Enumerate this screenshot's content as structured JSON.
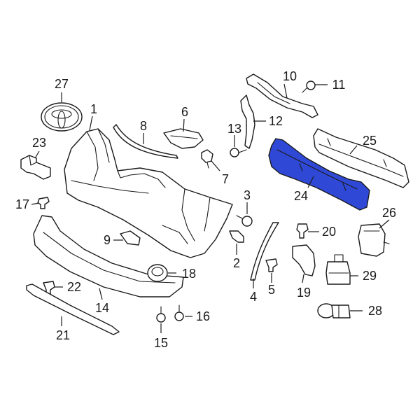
{
  "diagram": {
    "highlight_color": "#2f49d6",
    "line_color": "#1a1a1a",
    "background_color": "#ffffff",
    "highlighted_part": "24",
    "callouts": [
      {
        "id": "c1",
        "label": "1"
      },
      {
        "id": "c2",
        "label": "2"
      },
      {
        "id": "c3",
        "label": "3"
      },
      {
        "id": "c4",
        "label": "4"
      },
      {
        "id": "c5",
        "label": "5"
      },
      {
        "id": "c6",
        "label": "6"
      },
      {
        "id": "c7",
        "label": "7"
      },
      {
        "id": "c8",
        "label": "8"
      },
      {
        "id": "c9",
        "label": "9"
      },
      {
        "id": "c10",
        "label": "10"
      },
      {
        "id": "c11",
        "label": "11"
      },
      {
        "id": "c12",
        "label": "12"
      },
      {
        "id": "c13",
        "label": "13"
      },
      {
        "id": "c14",
        "label": "14"
      },
      {
        "id": "c15",
        "label": "15"
      },
      {
        "id": "c16",
        "label": "16"
      },
      {
        "id": "c17",
        "label": "17"
      },
      {
        "id": "c18",
        "label": "18"
      },
      {
        "id": "c19",
        "label": "19"
      },
      {
        "id": "c20",
        "label": "20"
      },
      {
        "id": "c21",
        "label": "21"
      },
      {
        "id": "c22",
        "label": "22"
      },
      {
        "id": "c23",
        "label": "23"
      },
      {
        "id": "c24",
        "label": "24"
      },
      {
        "id": "c25",
        "label": "25"
      },
      {
        "id": "c26",
        "label": "26"
      },
      {
        "id": "c27",
        "label": "27"
      },
      {
        "id": "c28",
        "label": "28"
      },
      {
        "id": "c29",
        "label": "29"
      }
    ]
  }
}
